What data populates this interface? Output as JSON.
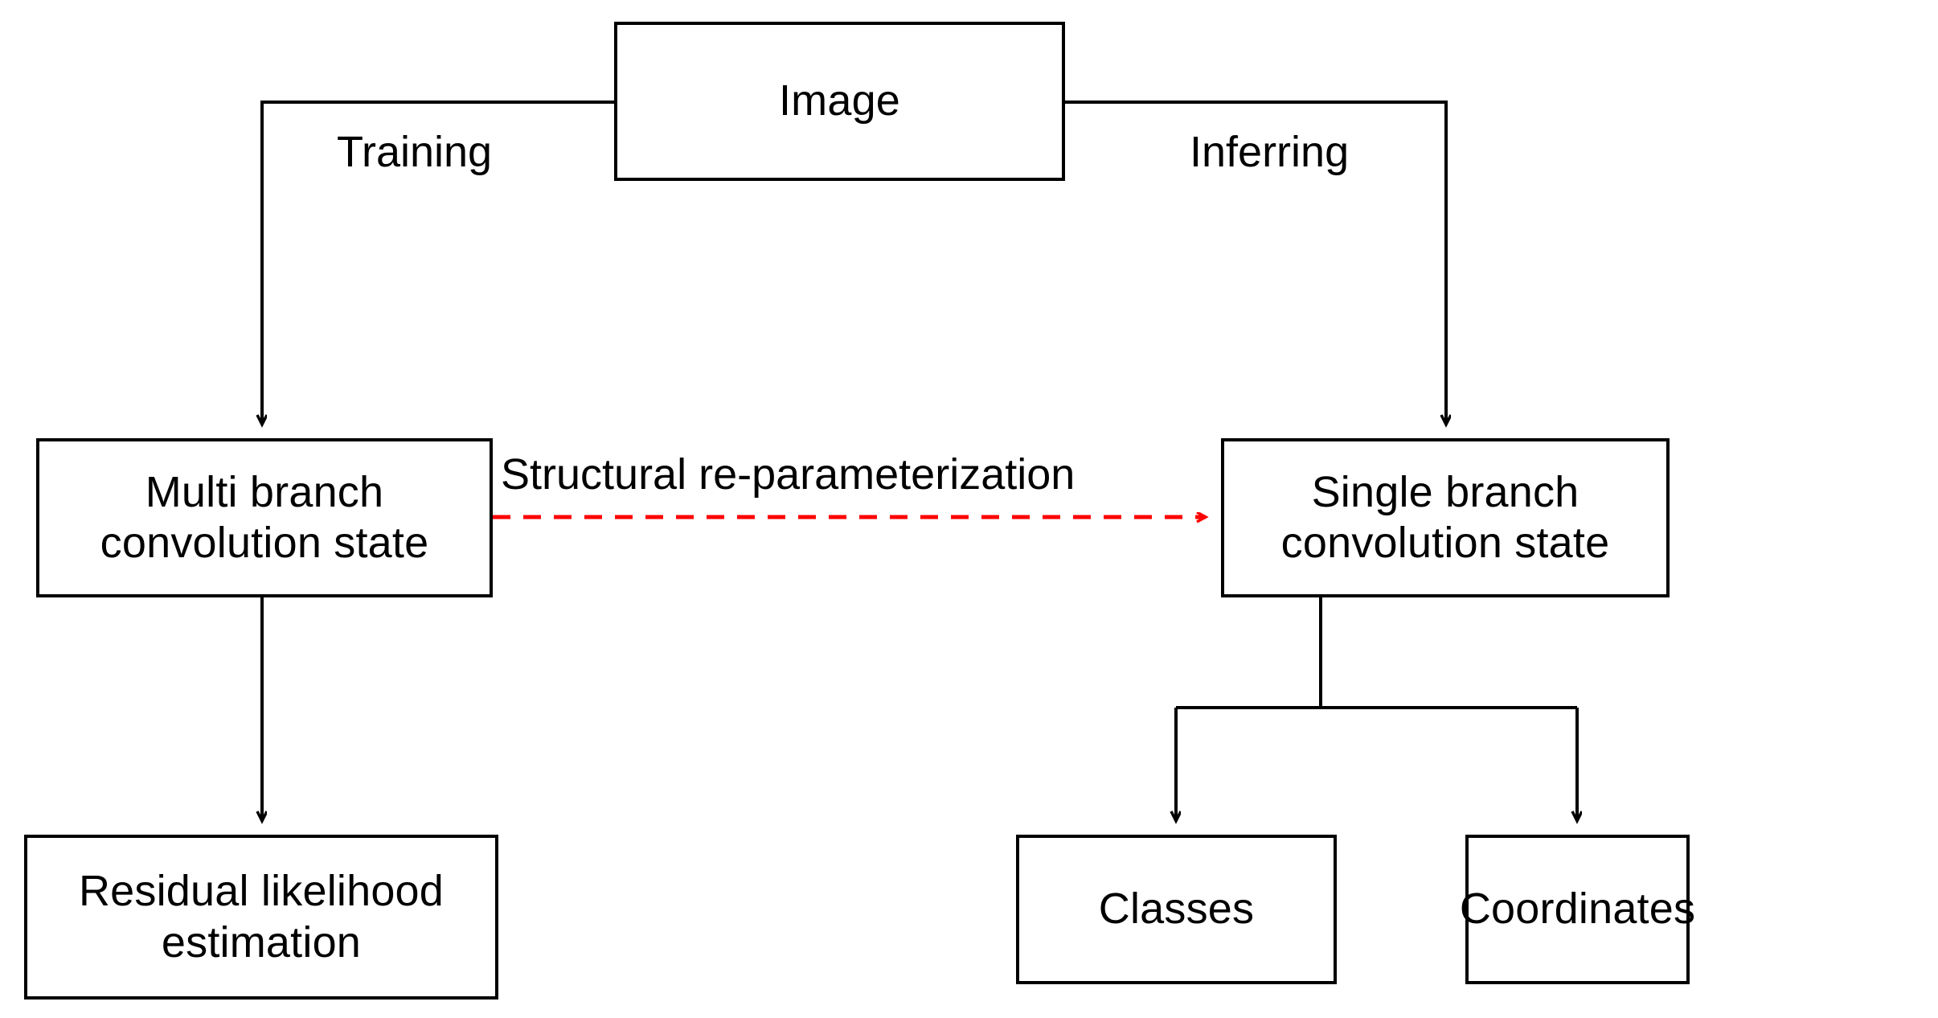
{
  "diagram": {
    "title": "Training and inference flow with structural re-parameterization",
    "background_color": "#ffffff",
    "line_color": "#000000",
    "accent_color": "#ff0000"
  },
  "nodes": {
    "image": {
      "label": "Image"
    },
    "multi_branch": {
      "label": "Multi branch\nconvolution state"
    },
    "single_branch": {
      "label": "Single branch\nconvolution state"
    },
    "residual": {
      "label": "Residual likelihood\nestimation"
    },
    "classes": {
      "label": "Classes"
    },
    "coordinates": {
      "label": "Coordinates"
    }
  },
  "edge_labels": {
    "training": "Training",
    "inferring": "Inferring",
    "reparameterization": "Structural re-parameterization"
  },
  "edges": [
    {
      "name": "image-to-multi-branch",
      "from": "image",
      "to": "multi_branch",
      "label": "Training",
      "style": "solid",
      "color": "#000000"
    },
    {
      "name": "image-to-single-branch",
      "from": "image",
      "to": "single_branch",
      "label": "Inferring",
      "style": "solid",
      "color": "#000000"
    },
    {
      "name": "multi-to-single-reparam",
      "from": "multi_branch",
      "to": "single_branch",
      "label": "Structural re-parameterization",
      "style": "dashed",
      "color": "#ff0000"
    },
    {
      "name": "multi-branch-to-residual",
      "from": "multi_branch",
      "to": "residual",
      "label": "",
      "style": "solid",
      "color": "#000000"
    },
    {
      "name": "single-branch-to-classes",
      "from": "single_branch",
      "to": "classes",
      "label": "",
      "style": "solid",
      "color": "#000000"
    },
    {
      "name": "single-branch-to-coordinates",
      "from": "single_branch",
      "to": "coordinates",
      "label": "",
      "style": "solid",
      "color": "#000000"
    }
  ]
}
